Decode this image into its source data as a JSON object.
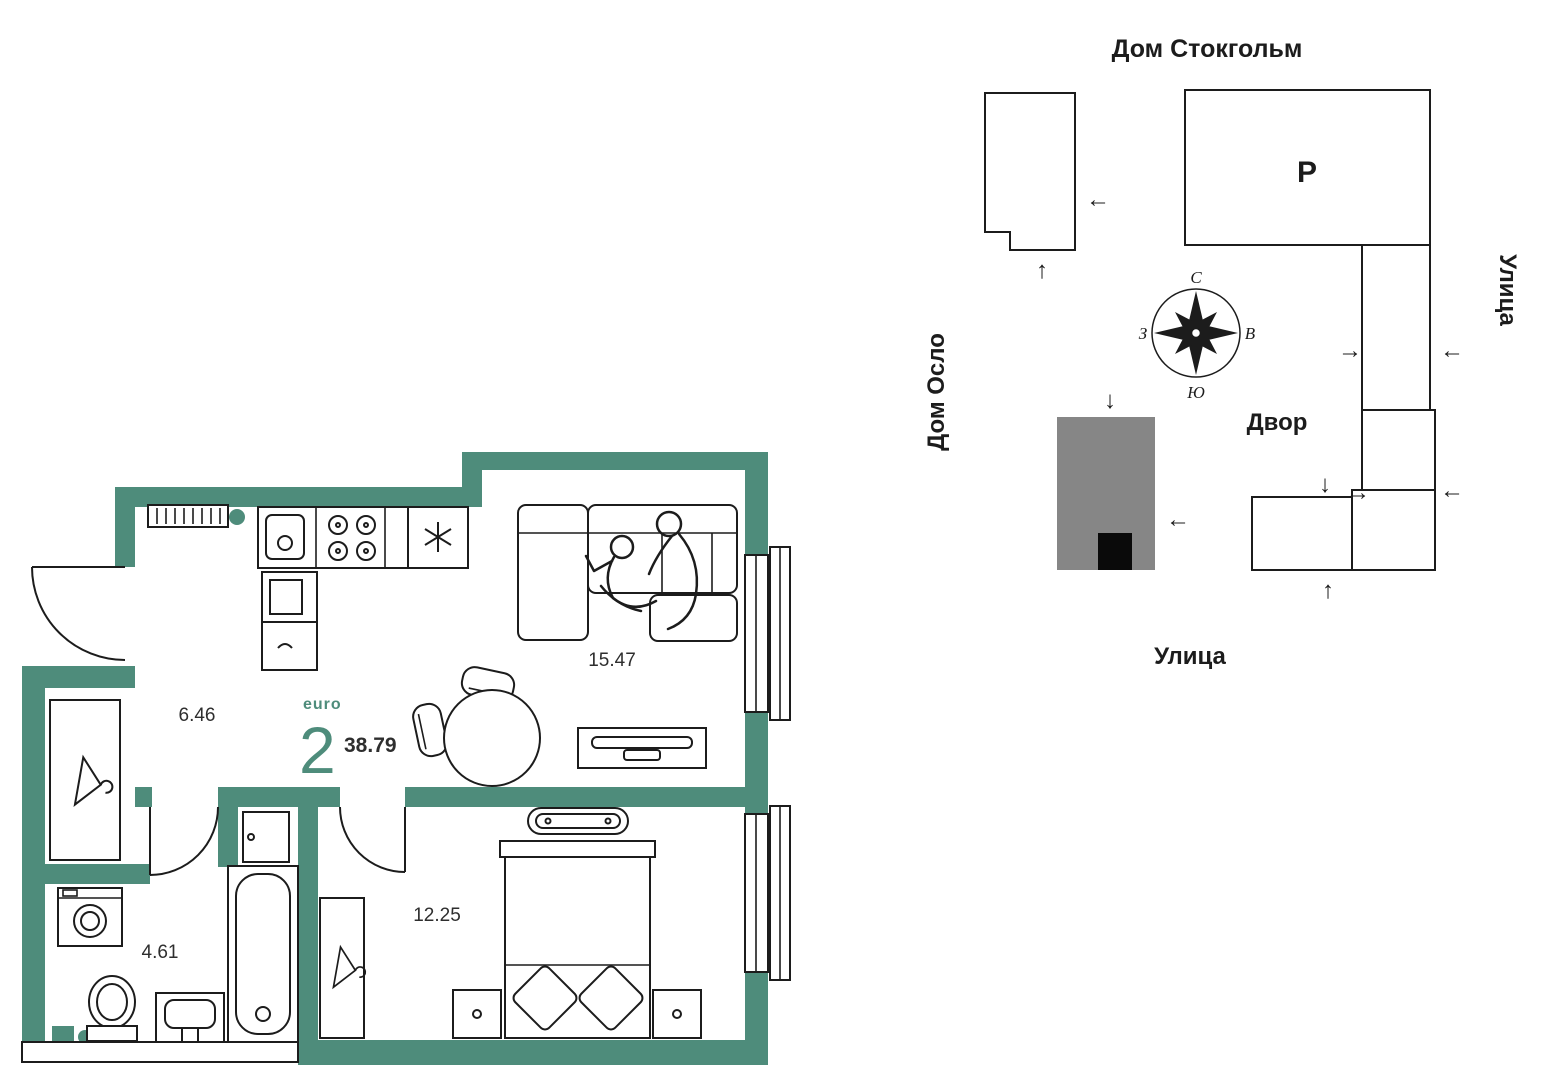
{
  "plan": {
    "unit": {
      "type_label": "euro",
      "rooms_count": "2",
      "total_area": "38.79"
    },
    "rooms": {
      "hallway": {
        "area": "6.46"
      },
      "kitchen_living": {
        "area": "15.47"
      },
      "bathroom": {
        "area": "4.61"
      },
      "bedroom": {
        "area": "12.25"
      }
    },
    "colors": {
      "wall": "#4e8c7b",
      "line": "#1c1c1c",
      "accent": "#4e8c7b"
    }
  },
  "siteplan": {
    "title": "Дом Стокгольм",
    "left_building_label": "Дом Осло",
    "right_street_label": "Улица",
    "bottom_street_label": "Улица",
    "courtyard_label": "Двор",
    "parking_label": "Р",
    "compass": {
      "north": "С",
      "south": "Ю",
      "west": "З",
      "east": "В"
    },
    "arrows": {
      "left": "←",
      "right": "→",
      "up": "↑",
      "down": "↓"
    },
    "colors": {
      "current_building": "#868686",
      "current_section": "#0a0a0a"
    }
  }
}
